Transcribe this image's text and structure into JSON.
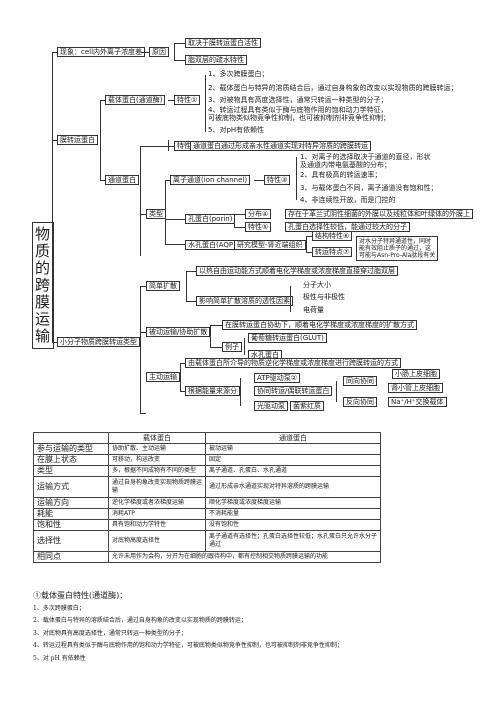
{
  "title_chars": [
    "物",
    "质",
    "的",
    "跨",
    "膜",
    "运",
    "输"
  ],
  "mindmap": {
    "top": {
      "phenomenon": "现象：cell内外离子浓度差",
      "reason": "原因",
      "r1": "取决于膜转运蛋白活性",
      "r2": "脂双层的疏水特性"
    },
    "transport_protein": "膜转运蛋白",
    "carrier": "载体蛋白(通道酶)",
    "trait1": "特性①",
    "carrier_items": [
      "1、多次跨膜蛋白；",
      "2、载体蛋白与特异的溶质结合后，通过自身构象的改变以实现物质的跨膜转运；",
      "3、对被物具有高度选择性，通常只转运一种类型的分子；",
      "4、转运过程具有类似于酶与底物作用的饱和动力学特征，",
      "可被底物类似物竞争性抑制，也可被抑制剂非竞争性抑制；",
      "5、对pH有依赖性"
    ],
    "trait2": "特性②",
    "trait2_text": "通道蛋白通过形成亲水性通道实现对特异溶质的跨膜转运",
    "channel": "通道蛋白",
    "ion_channel": "离子通道(ion channel)",
    "trait3": "特性③",
    "ion_items": [
      "1、对离子的选择取决于通道的直径，形状",
      "及通道内带电氨基酸的分布；",
      "2、具有极高的转运速率；",
      "3、与载体蛋白不同，离子通道没有饱和性；",
      "4、非连续性开放，而是门控的"
    ],
    "types": "类型",
    "porin": "孔蛋白(porin)",
    "dist": "分布④",
    "dist_text": "存在于革兰式阴性细菌的外膜以及线粒体和叶绿体的外膜上",
    "trait5": "特性⑤",
    "trait5_text": "孔蛋白选择性较低，能通过较大的分子",
    "aqp": "水孔蛋白(AQP)",
    "aqp_model": "研究模型-肾近端组织",
    "struct": "结构特性⑥",
    "feat": "转运特点⑦",
    "aqp_note": [
      "对水分子特异通道性，同时",
      "能有效阻止质子的通过，这",
      "可能与Asn-Pro-Ala肽段有关"
    ],
    "small_mol": "小分子物质跨膜转运类型",
    "simple": "简单扩散",
    "simple_text": "以热自由运动能方式顺着电化学梯度或浓度梯度直接穿过脂双层",
    "factors": "影响简单扩散溶质的透性因素",
    "factor_items": [
      "分子大小",
      "极性与非极性",
      "电荷量"
    ],
    "passive": "被动运输/协助扩散",
    "passive_text": "在膜转运蛋白协助下，顺着电化学梯度或浓度梯度的扩散方式",
    "example": "例子",
    "ex1": "葡萄糖转运蛋白(GLUT)",
    "ex2": "水孔蛋白",
    "active": "主动运输",
    "active_text": "由载体蛋白所介导的物质逆化学梯度或浓度梯度进行跨膜转运的方式",
    "energy": "根据能量来源分",
    "atp": "ATP驱动泵②",
    "cotrans": "协同转运/偶联转运蛋白",
    "light": "光驱动泵",
    "bacterio": "菌紫红质",
    "sym": "同向协同",
    "sym1": "小肠上皮细胞",
    "sym2": "肾小管上皮细胞",
    "anti": "反向协同",
    "anti1": "Na⁺/H⁺交换载体"
  },
  "table": {
    "headers": [
      "",
      "载体蛋白",
      "通道蛋白"
    ],
    "rows": [
      [
        "参与运输的类型",
        "协助扩散、主动运输",
        "被动运输"
      ],
      [
        "在膜上状态",
        "可移动，构运改变",
        "固定"
      ],
      [
        "类型",
        "多，根据不同成物有不同的类型",
        "离子通道、孔蛋白、水孔通道"
      ],
      [
        "运输方式",
        "通过自身构象改变实现物质跨膜运输",
        "通过形成亲水通道实现对特异溶质的跨膜运输"
      ],
      [
        "运输方向",
        "逆化学梯度或者浓梯度运输",
        "顺化学梯度或浓度梯度运输"
      ],
      [
        "耗能",
        "消耗ATP",
        "不消耗能量"
      ],
      [
        "饱和性",
        "具有饱和动力学特性",
        "没有饱和性"
      ],
      [
        "选择性",
        "对底物高度选择性",
        "离子通道有选择性；孔蛋白选择性较低；水孔蛋白只允许水分子通过"
      ],
      [
        "相同点",
        "允许未用作为会构，分开为在细胞的跟待构中，都有控制相交物质跨膜运输的功能",
        ""
      ]
    ]
  },
  "list": {
    "title": "①载体蛋白特性(通道酶)：",
    "items": [
      "1、多次跨膜蛋白；",
      "2、载体蛋白与特异的溶质结合后，通过自身构象的改变以实现物质的跨膜转运；",
      "3、对底物具有高度选择性，通常只转运一种类型的分子；",
      "4、转运过程具有类似于酶与底物作用的饱和动力学特征，可被底物类似物竞争性抑制，也可被抑制剂非竞争性抑制；",
      "5、对 pH 有依赖性"
    ]
  }
}
